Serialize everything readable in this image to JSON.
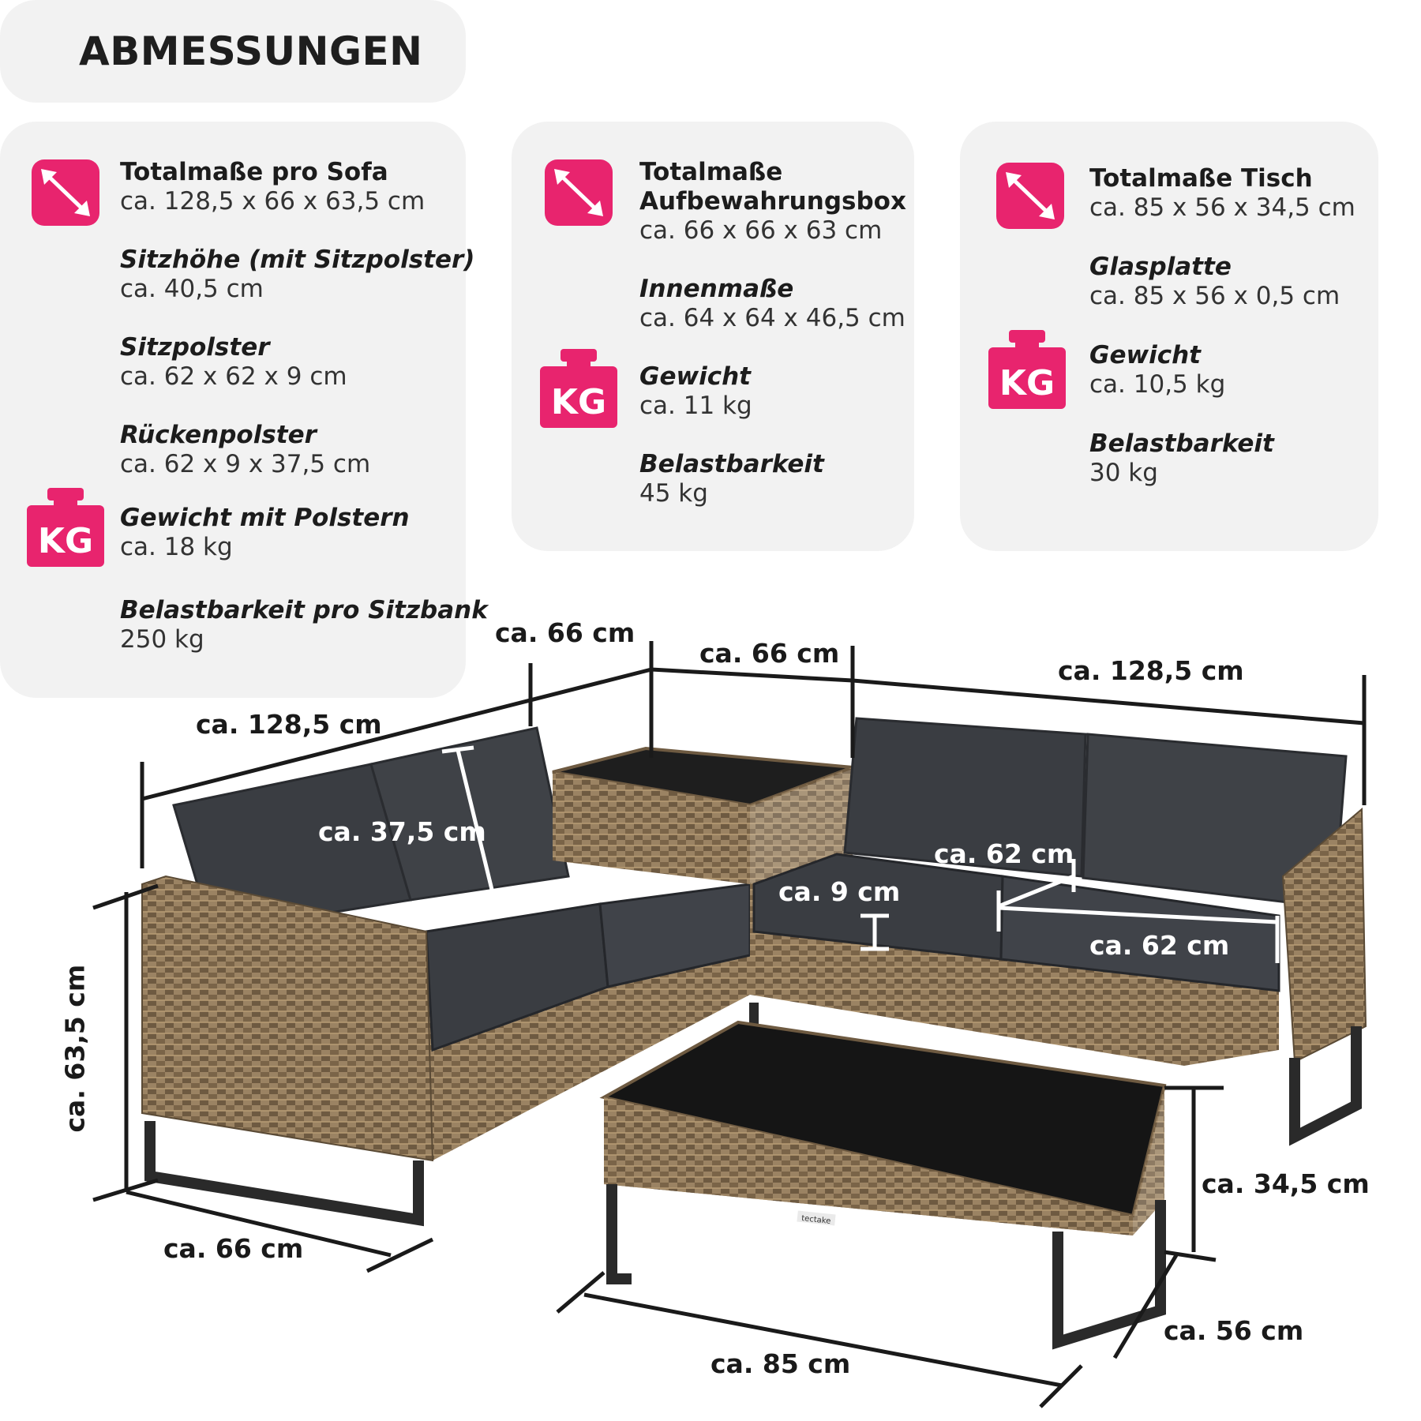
{
  "header": {
    "title": "ABMESSUNGEN"
  },
  "colors": {
    "accent": "#e8246e",
    "panel": "#f2f2f2",
    "cushion": "#3a3d42",
    "rattan": "#8a7458",
    "frame": "#2a2a2a"
  },
  "icons": {
    "dimension": "diagonal-arrow-icon",
    "weight": "kg-weight-icon",
    "weight_text": "KG"
  },
  "sofa_panel": {
    "items": [
      {
        "label": "Totalmaße pro Sofa",
        "value": "ca. 128,5 x 66 x 63,5 cm"
      },
      {
        "label": "Sitzhöhe (mit Sitzpolster)",
        "value": "ca. 40,5 cm"
      },
      {
        "label": "Sitzpolster",
        "value": "ca. 62 x 62 x 9 cm"
      },
      {
        "label": "Rückenpolster",
        "value": "ca. 62 x 9 x 37,5 cm"
      },
      {
        "label": "Gewicht mit Polstern",
        "value": "ca. 18 kg"
      },
      {
        "label": "Belastbarkeit pro Sitzbank",
        "value": "250 kg"
      }
    ]
  },
  "box_panel": {
    "items": [
      {
        "label": "Totalmaße",
        "label2": "Aufbewahrungsbox",
        "value": "ca. 66 x 66 x 63 cm"
      },
      {
        "label": "Innenmaße",
        "value": "ca. 64 x 64 x 46,5 cm"
      },
      {
        "label": "Gewicht",
        "value": "ca. 11 kg"
      },
      {
        "label": "Belastbarkeit",
        "value": "45 kg"
      }
    ]
  },
  "table_panel": {
    "items": [
      {
        "label": "Totalmaße Tisch",
        "value": "ca. 85 x 56 x 34,5 cm"
      },
      {
        "label": "Glasplatte",
        "value": "ca. 85 x 56 x 0,5 cm"
      },
      {
        "label": "Gewicht",
        "value": "ca. 10,5 kg"
      },
      {
        "label": "Belastbarkeit",
        "value": "30 kg"
      }
    ]
  },
  "dimensions": {
    "box_depth": "ca. 66 cm",
    "box_width": "ca. 66 cm",
    "right_sofa_length": "ca. 128,5 cm",
    "left_sofa_length": "ca. 128,5 cm",
    "back_cushion_height": "ca. 37,5 cm",
    "seat_cushion_depth": "ca. 62 cm",
    "seat_cushion_thickness": "ca. 9 cm",
    "seat_cushion_width": "ca. 62 cm",
    "sofa_height": "ca. 63,5 cm",
    "sofa_depth": "ca. 66 cm",
    "table_height": "ca. 34,5 cm",
    "table_depth": "ca. 56 cm",
    "table_width": "ca. 85 cm"
  },
  "brand": {
    "table_tag": "tectake"
  }
}
